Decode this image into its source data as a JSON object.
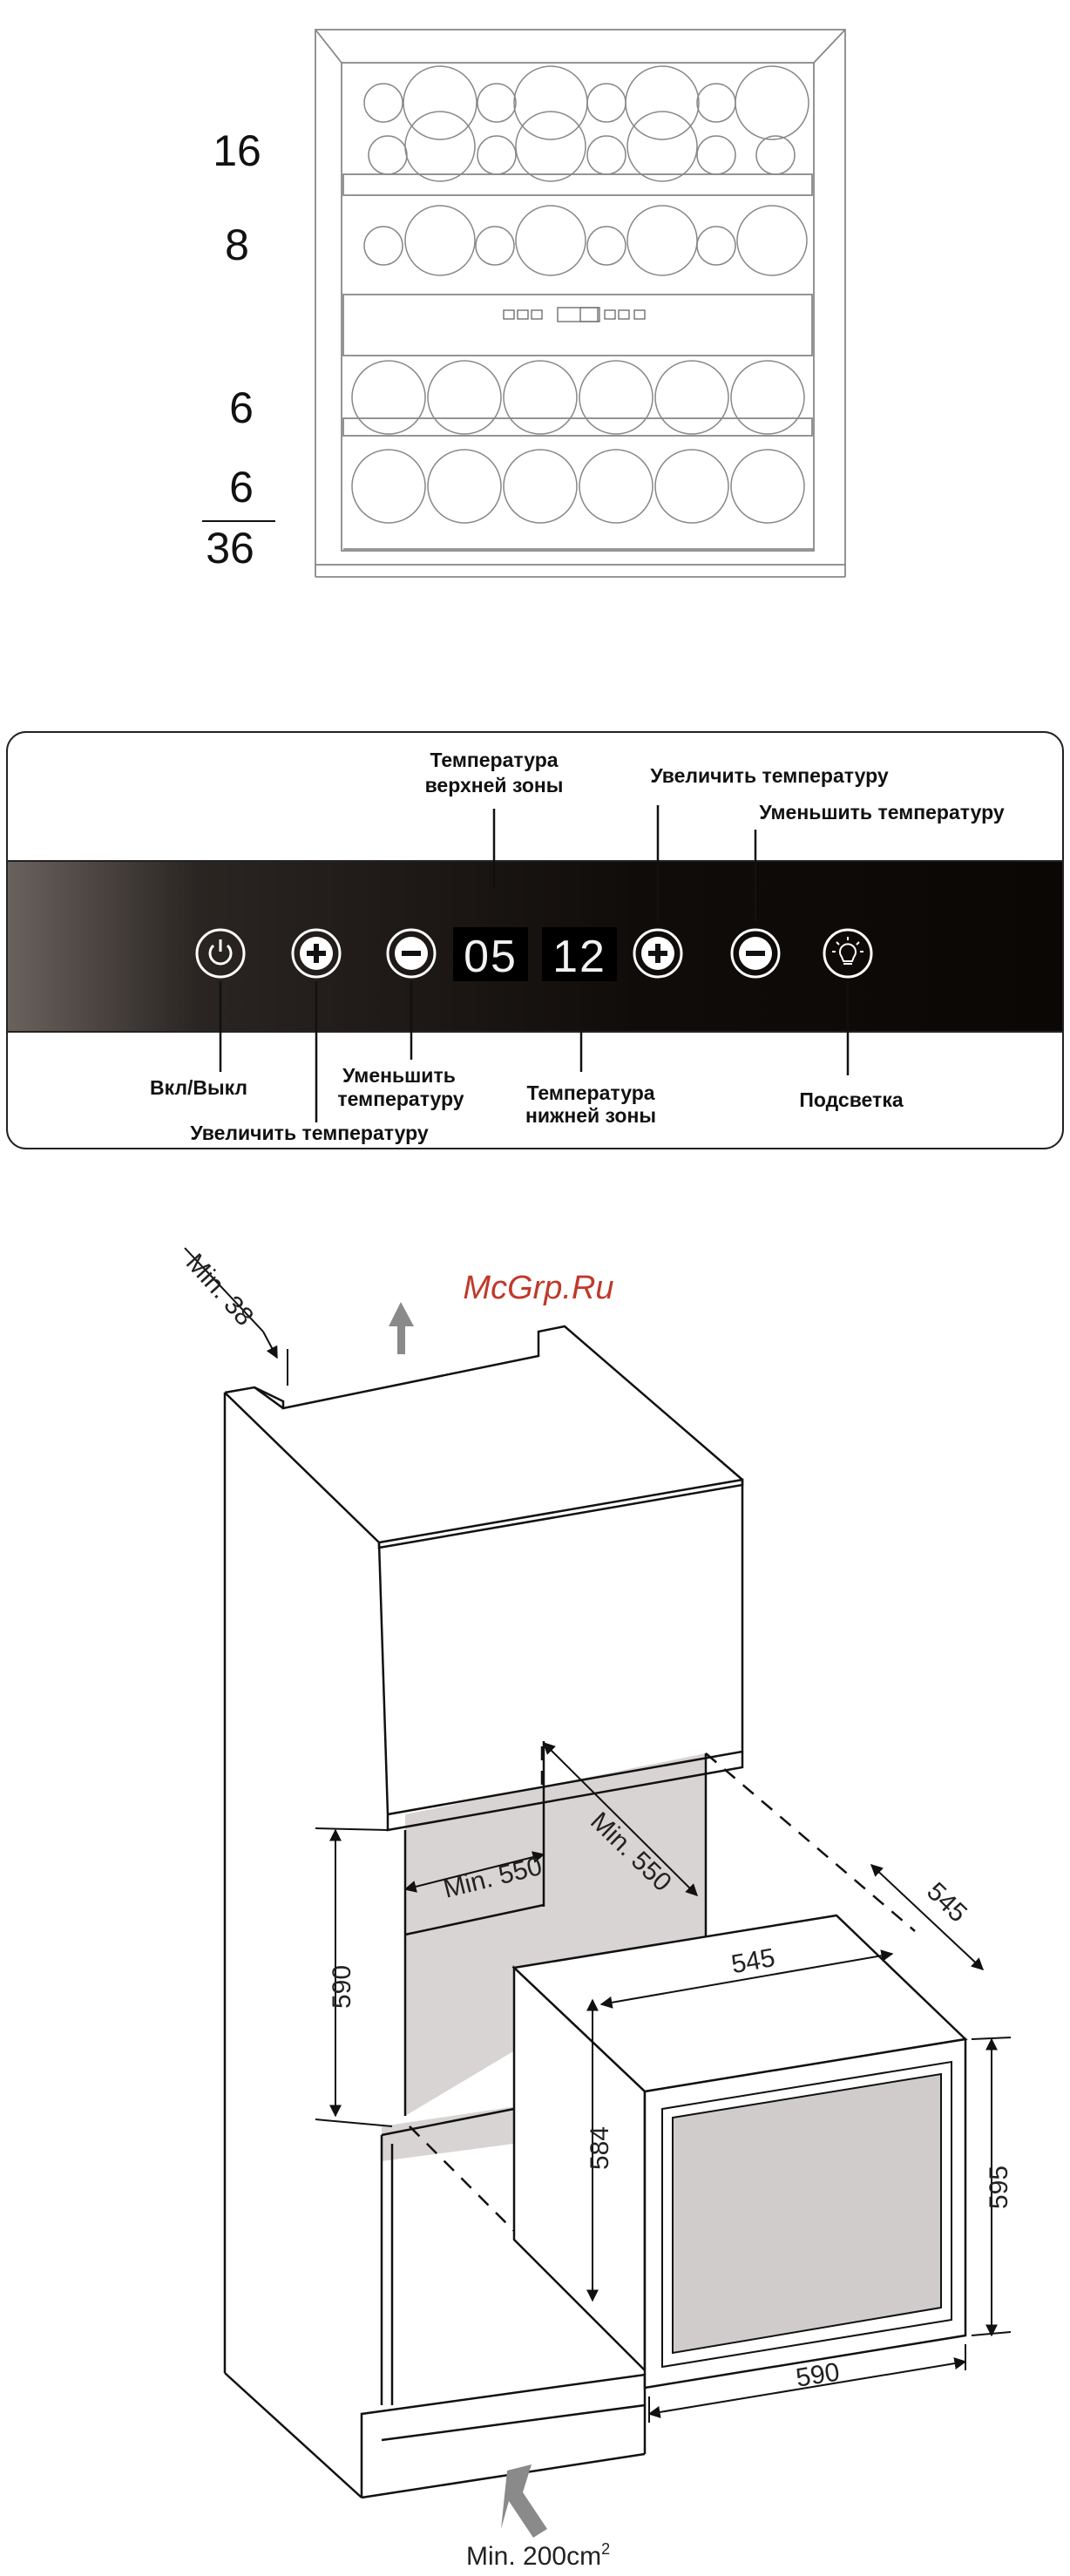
{
  "rack": {
    "shelf_counts": [
      "16",
      "8",
      "6",
      "6"
    ],
    "total": "36"
  },
  "panel": {
    "labels": {
      "upper_zone_temp_l1": "Температура",
      "upper_zone_temp_l2": "верхней зоны",
      "increase_temp_top": "Увеличить температуру",
      "decrease_temp_top": "Уменьшить температуру",
      "power": "Вкл/Выкл",
      "increase_temp_bottom": "Увеличить температуру",
      "decrease_temp_l1": "Уменьшить",
      "decrease_temp_l2": "температуру",
      "lower_zone_temp_l1": "Температура",
      "lower_zone_temp_l2": "нижней зоны",
      "light": "Подсветка"
    },
    "display_upper": "05",
    "display_lower": "12",
    "colors": {
      "panel_dark": "#0b0907",
      "display_text": "#f2f2f2"
    }
  },
  "install": {
    "watermark": "McGrp.Ru",
    "min_top": "Min. 38",
    "min_depth_diag": "Min. 550",
    "min_width": "Min. 550",
    "niche_height": "590",
    "unit_width_top": "545",
    "unit_depth_side": "545",
    "unit_height_body": "584",
    "unit_height_total": "595",
    "unit_width_bottom": "590",
    "vent_min_label": "Min. 200cm",
    "vent_min_sup": "2",
    "colors": {
      "watermark": "#c0392b",
      "niche": "#d9d4d4",
      "arrow": "#8a8a8a"
    }
  }
}
